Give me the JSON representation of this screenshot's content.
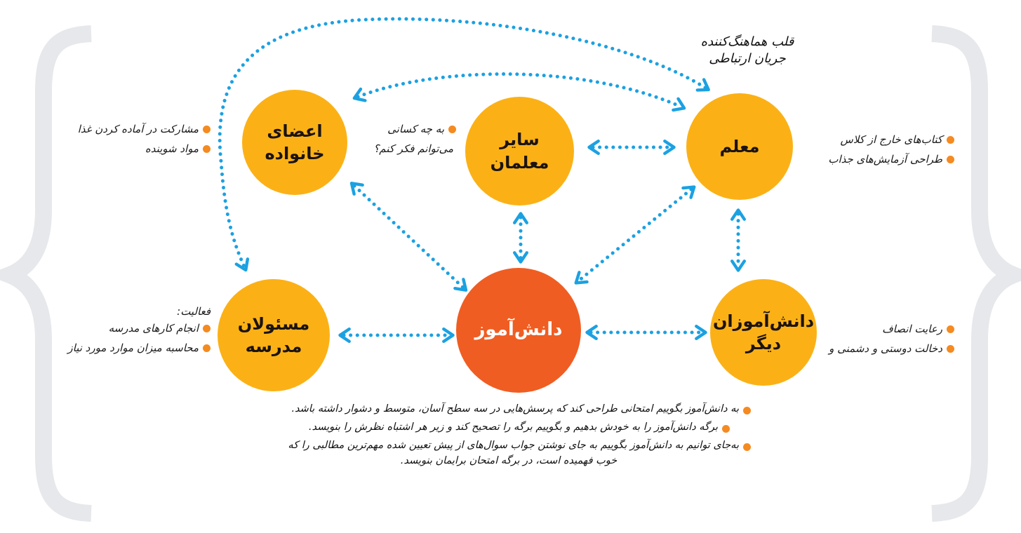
{
  "colors": {
    "node_fill": "#FBB116",
    "center_fill": "#F05D22",
    "connector": "#1BA1E2",
    "bullet": "#F58A20",
    "brace": "#E6E8EB",
    "text": "#1A1A1A"
  },
  "icons": {
    "connector_arrow": "double-headed-dotted-arrow-icon",
    "bullet": "orange-dot-icon",
    "brace": "curly-brace-icon"
  },
  "caption": {
    "line1": "قلب هماهنگ‌کننده",
    "line2": "جریان ارتباطی"
  },
  "nodes": {
    "student": {
      "label": "دانش‌آموز"
    },
    "teacher": {
      "label": "معلم"
    },
    "other_teachers": {
      "label": "سایر\nمعلمان"
    },
    "family": {
      "label": "اعضای\nخانواده"
    },
    "school_staff": {
      "label": "مسئولان\nمدرسه"
    },
    "other_students": {
      "label": "دانش‌آموزان\nدیگر"
    }
  },
  "notes": {
    "teacher": [
      "کتاب‌های خارج از کلاس",
      "طراحی آزمایش‌های جذاب"
    ],
    "family": [
      "مشارکت در آماده کردن غذا",
      "مواد شوینده"
    ],
    "other_teachers": {
      "line1": "به چه کسانی",
      "line2": "می‌توانم فکر کنم؟"
    },
    "school_staff": {
      "heading": "فعالیت:",
      "items": [
        "انجام کارهای مدرسه",
        "محاسبه میزان موارد مورد نیاز"
      ]
    },
    "other_students": [
      "رعایت انصاف",
      "دخالت دوستی و دشمنی و"
    ]
  },
  "bottom_notes": [
    {
      "text": "به دانش‌آموز بگوییم امتحانی طراحی کند که پرسش‌هایی در سه سطح آسان، متوسط و دشوار داشته باشد."
    },
    {
      "text": "برگه دانش‌آموز را به خودش بدهیم و بگوییم برگه را تصحیح کند و زیر هر اشتباه نظرش را بنویسد."
    },
    {
      "text": "به‌جای توانیم به دانش‌آموز بگوییم به جای نوشتن جواب سوال‌های از پیش تعیین شده مهم‌ترین مطالبی را که",
      "continuation": "خوب فهمیده است، در برگه امتحان برایمان بنویسد."
    }
  ]
}
